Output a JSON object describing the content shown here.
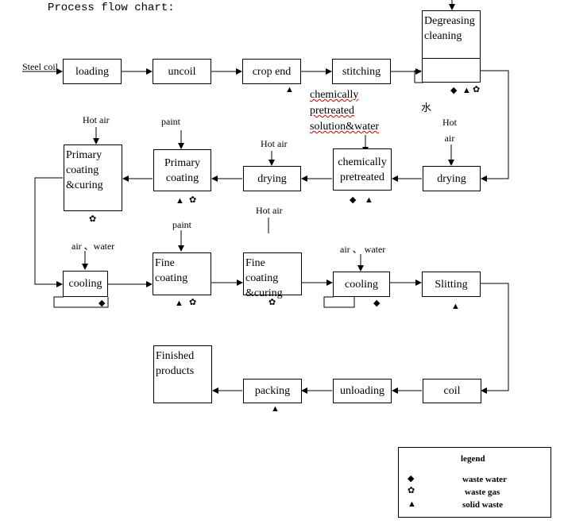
{
  "title": "Process flow chart:",
  "inputs": {
    "steel_coil": "Steel coil",
    "hot_air_1": "Hot\nair",
    "hot_air_2": "Hot air",
    "hot_air_3": "Hot air",
    "hot_air_4": "Hot air",
    "paint_1": "paint",
    "paint_2": "paint",
    "air_water_1": "air 、water",
    "air_water_2": "air 、 water",
    "chem_solution": "chemically\npretreated\nsolution&water",
    "water_cn": "水"
  },
  "steps": {
    "loading": "loading",
    "uncoil": "uncoil",
    "crop_end": "crop end",
    "stitching": "stitching",
    "degreasing": "Degreasing\ncleaning",
    "drying_1": "drying",
    "chem_pretreated": "chemically\npretreated",
    "drying_2": "drying",
    "primary_coating": "Primary\ncoating",
    "primary_curing": "Primary\ncoating\n&curing",
    "cooling_1": "cooling",
    "fine_coating": "Fine\ncoating",
    "fine_curing": "Fine coating\n&curing",
    "cooling_2": "cooling",
    "slitting": "Slitting",
    "coil": "coil",
    "unloading": "unloading",
    "packing": "packing",
    "finished": "Finished\nproducts"
  },
  "symbols": {
    "waste_water": "◆",
    "waste_gas": "✿",
    "solid_waste": "▲"
  },
  "legend": {
    "title": "legend",
    "waste_water": "waste water",
    "waste_gas": "waste gas",
    "solid_waste": "solid waste"
  }
}
